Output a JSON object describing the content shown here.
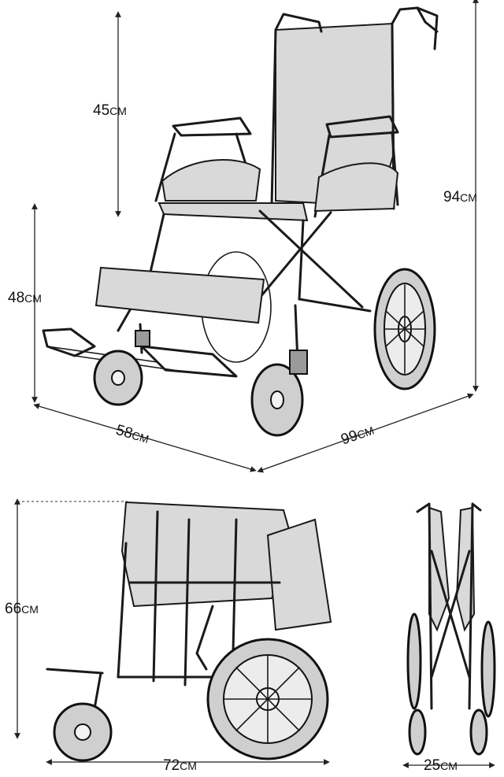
{
  "dimensions": {
    "back_height": "45",
    "seat_height": "48",
    "total_height": "94",
    "width": "58",
    "length": "99",
    "folded_height": "66",
    "folded_length": "72",
    "folded_width": "25",
    "unit": "CM"
  },
  "colors": {
    "line": "#1a1a1a",
    "fabric": "#d9d9d9",
    "background": "#ffffff"
  }
}
